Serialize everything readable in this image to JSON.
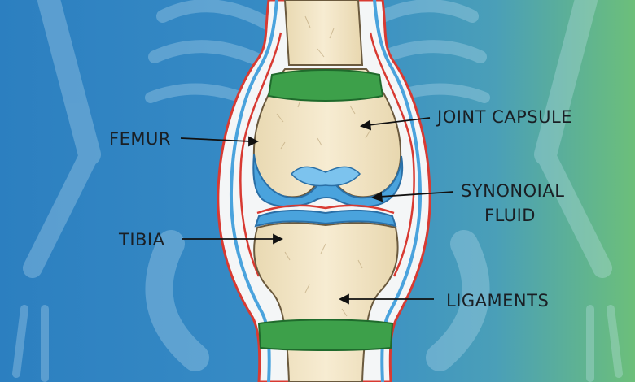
{
  "labels": {
    "femur": "FEMUR",
    "tibia": "TIBIA",
    "joint_capsule": "JOINT CAPSULE",
    "synovial_fluid_line1": "SYNONOIAL",
    "synovial_fluid_line2": "FLUID",
    "ligaments": "LIGAMENTS"
  },
  "colors": {
    "background_blue": "#2f86c4",
    "background_green": "#6cbf7a",
    "bone": "#f3e6c7",
    "cartilage": "#4aa3dd",
    "capsule_red": "#d83a32",
    "ligament_green": "#3da04a"
  }
}
